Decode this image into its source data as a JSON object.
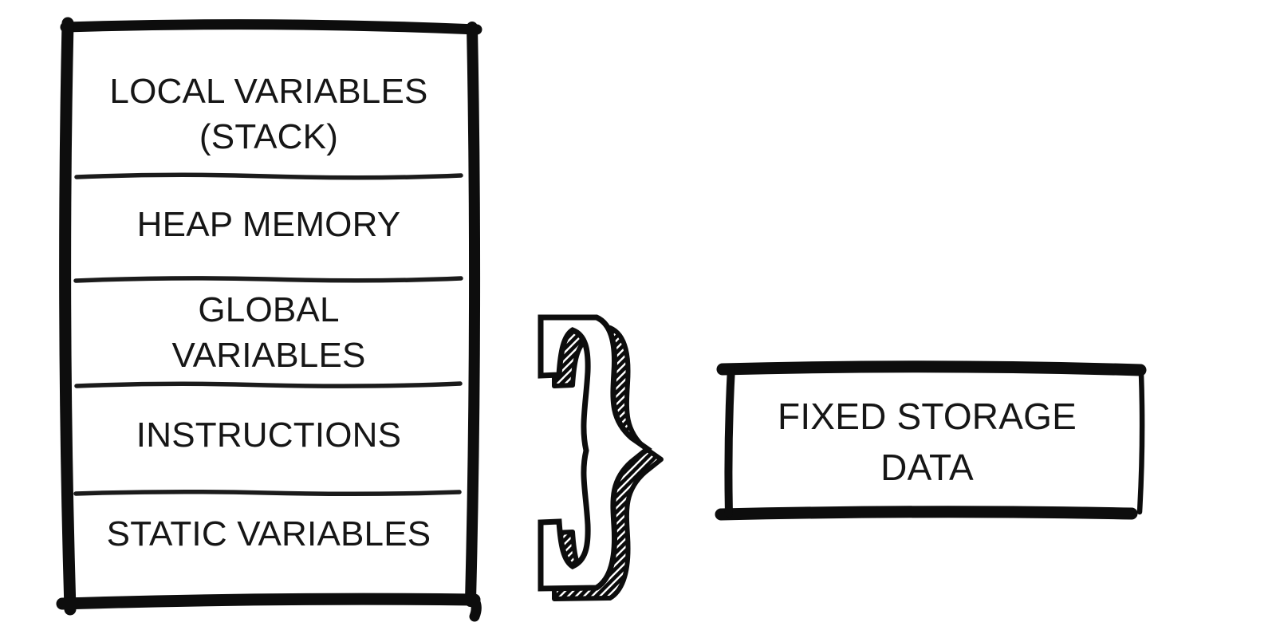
{
  "diagram": {
    "background_color": "#ffffff",
    "ink_color": "#0d0d0d",
    "memory_box": {
      "sections": [
        {
          "label": "LOCAL VARIABLES (STACK)"
        },
        {
          "label": "HEAP MEMORY"
        },
        {
          "label": "GLOBAL VARIABLES"
        },
        {
          "label": "INSTRUCTIONS"
        },
        {
          "label": "STATIC VARIABLES"
        }
      ]
    },
    "brace": {
      "symbol": "}"
    },
    "fixed_storage_box": {
      "label": "FIXED STORAGE DATA"
    }
  }
}
